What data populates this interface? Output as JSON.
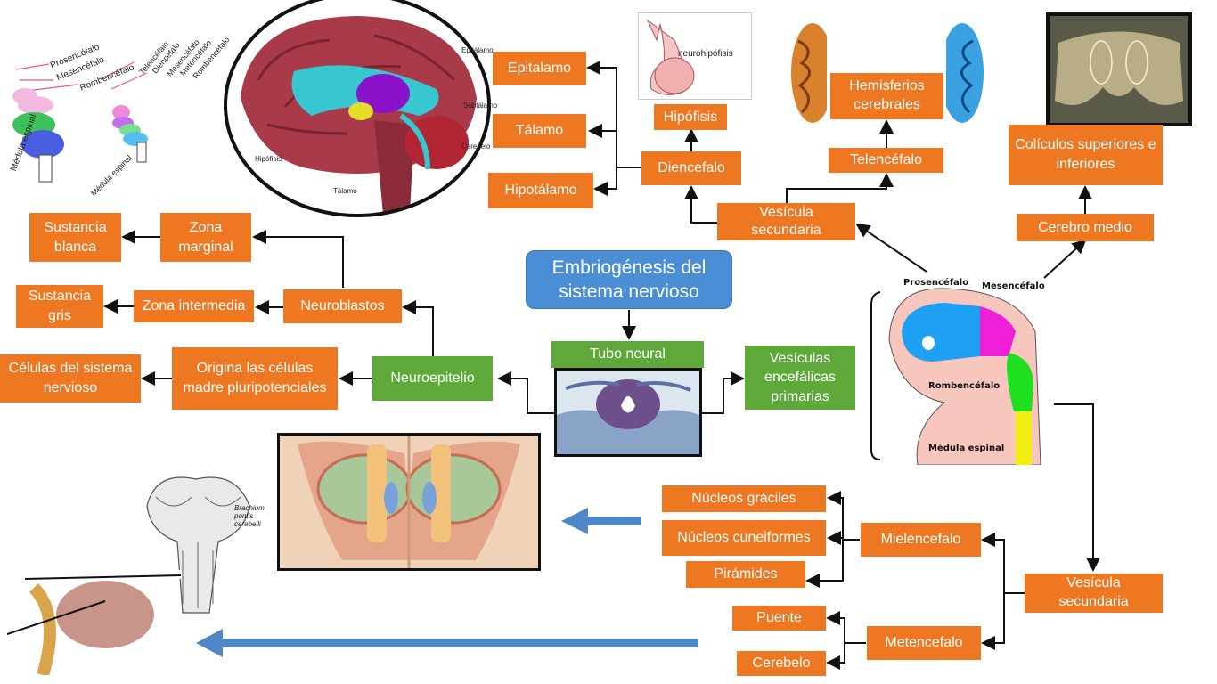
{
  "title": "Embriogénesis del sistema nervioso",
  "nodes": {
    "tubo_neural": "Tubo neural",
    "neuroepitelio": "Neuroepitelio",
    "vesiculas_primarias": "Vesículas encefálicas primarias",
    "origina": "Origina las células madre pluripotenciales",
    "celulas": "Células del sistema nervioso",
    "neuroblastos": "Neuroblastos",
    "zona_marginal": "Zona marginal",
    "zona_intermedia": "Zona intermedia",
    "sustancia_blanca": "Sustancia blanca",
    "sustancia_gris": "Sustancia gris",
    "vesicula_secundaria_top": "Vesícula secundaria",
    "diencefalo": "Diencefalo",
    "epitalamo": "Epitalamo",
    "talamo": "Tálamo",
    "hipotalamo": "Hipotálamo",
    "hipofisis": "Hipófisis",
    "telencefalo": "Telencéfalo",
    "hemisferios": "Hemisferios cerebrales",
    "cerebro_medio": "Cerebro medio",
    "coliculos": "Colículos superiores e inferiores",
    "vesicula_secundaria_bottom": "Vesícula secundaria",
    "mielencefalo": "Mielencefalo",
    "metencefalo": "Metencefalo",
    "nucleos_graciles": "Núcleos gráciles",
    "nucleos_cuneiformes": "Núcleos cuneiformes",
    "piramides": "Pirámides",
    "puente": "Puente",
    "cerebelo": "Cerebelo"
  },
  "embryo_labels": {
    "prosencefalo": "Prosencéfalo",
    "mesencefalo": "Mesencéfalo",
    "rombencefalo": "Rombencéfalo",
    "medula": "Médula espinal"
  },
  "sketch_labels": {
    "prosencefalo": "Prosencéfalo",
    "mesencefalo": "Mesencéfalo",
    "rombencefalo": "Rombencéfalo",
    "medula": "Médula espinal",
    "telencefalo": "Telencéfalo",
    "diencefalo": "Diencefalo",
    "mesencefalo2": "Mesencéfalo",
    "metencefalo": "Metencéfalo",
    "rombencefalo2": "Rombencéfalo",
    "medula2": "Médula espinal"
  },
  "brain_labels": {
    "epitalamo": "Epitálamo",
    "subtalamo": "Subtálamo",
    "cerebelo": "Cerebelo",
    "hipofisis": "Hipófisis",
    "talamo": "Tálamo"
  },
  "neurohipofisis": "neurohipófisis",
  "brachium": "Brachium pontis cerebelli",
  "colors": {
    "orange": "#ee7722",
    "green": "#5fa83a",
    "blue": "#4a8fd6",
    "arrow_blue": "#4f86c6"
  }
}
